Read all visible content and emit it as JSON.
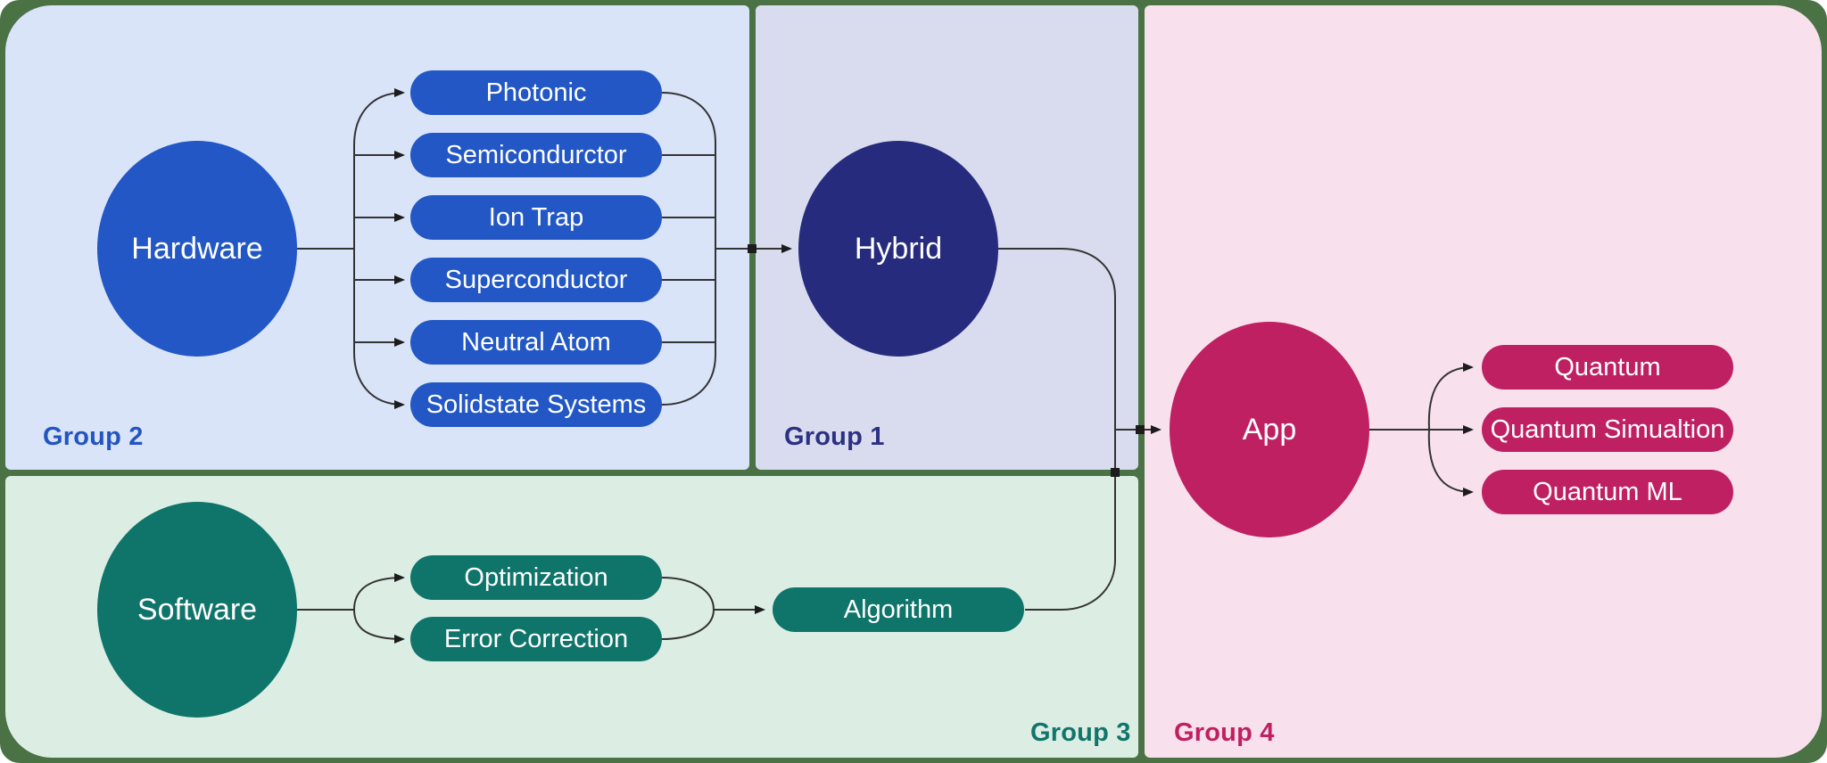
{
  "groups": {
    "group1": {
      "label": "Group 1"
    },
    "group2": {
      "label": "Group 2"
    },
    "group3": {
      "label": "Group 3"
    },
    "group4": {
      "label": "Group 4"
    }
  },
  "nodes": {
    "hardware": "Hardware",
    "hybrid": "Hybrid",
    "software": "Software",
    "algorithm": "Algorithm",
    "app": "App"
  },
  "hardware_types": [
    "Photonic",
    "Semicondurctor",
    "Ion Trap",
    "Superconductor",
    "Neutral Atom",
    "Solidstate Systems"
  ],
  "software_types": [
    "Optimization",
    "Error Correction"
  ],
  "app_types": [
    "Quantum",
    "Quantum Simualtion",
    "Quantum ML"
  ],
  "colors": {
    "canvas-green": "#4a7245",
    "g2-bg": "#d9e4f9",
    "g1-bg": "#d9dcee",
    "g3-bg": "#dceee4",
    "g4-bg": "#f8e1ec",
    "blue": "#2257c5",
    "navy": "#272b7d",
    "teal": "#0f746a",
    "crimson": "#bf2062",
    "g2-label": "#2355c0",
    "g1-label": "#2c3183",
    "g3-label": "#12756c",
    "g4-label": "#c02061",
    "edge": "#333333"
  }
}
